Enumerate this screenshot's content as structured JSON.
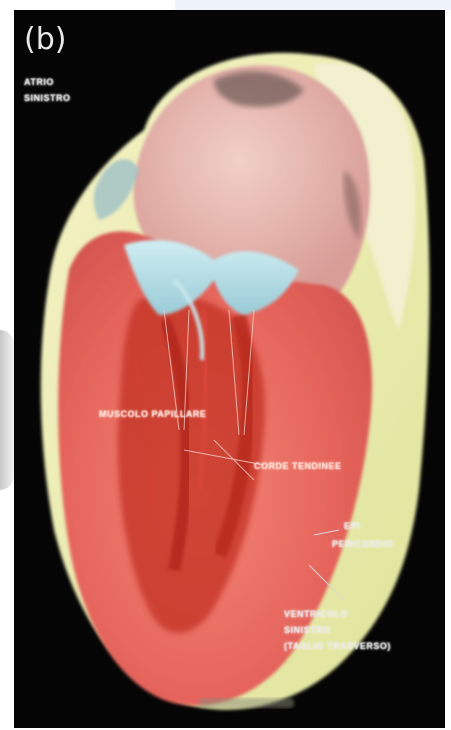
{
  "panel_label": "(b)",
  "labels": {
    "atrium": [
      "ATRIO",
      "SINISTRO"
    ],
    "pericardium": [
      "PERICARDIO"
    ],
    "ventricle": [
      "VENTRICOLO",
      "SINISTRO",
      "(TAGLIO TRASVERSO)"
    ],
    "inner_1": "MUSCOLO PAPILLARE",
    "inner_2": "CORDE TENDINEE",
    "epi_prefix": "EPI"
  },
  "colors": {
    "background": "#050505",
    "myocardium": "#e8685f",
    "atrium": "#e8b7b0",
    "valve": "#b9dfe6",
    "fat": "#eef0b0"
  }
}
